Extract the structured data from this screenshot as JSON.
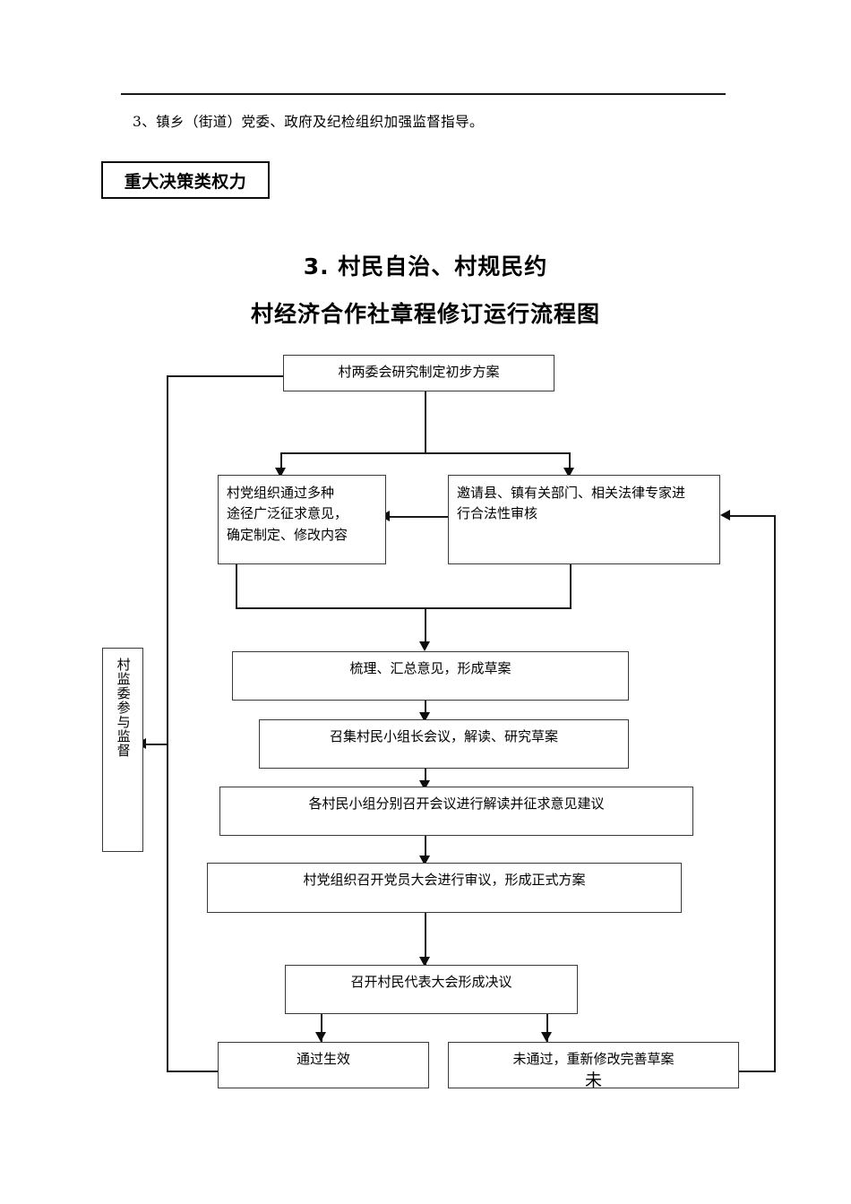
{
  "header": {
    "paragraph": "3、镇乡（街道）党委、政府及纪检组织加强监督指导。",
    "power_category_label": "重大决策类权力"
  },
  "titles": {
    "main": "3. 村民自治、村规民约",
    "sub": "村经济合作社章程修订运行流程图"
  },
  "flowchart": {
    "type": "flowchart",
    "nodes": [
      {
        "id": "n1",
        "label": "村两委会研究制定初步方案"
      },
      {
        "id": "n2",
        "label": "村党组织通过多种\n途径广泛征求意见，\n确定制定、修改内容"
      },
      {
        "id": "n3",
        "label": "邀请县、镇有关部门、相关法律专家进\n行合法性审核"
      },
      {
        "id": "n4",
        "label": "梳理、汇总意见，形成草案"
      },
      {
        "id": "n5",
        "label": "召集村民小组长会议，解读、研究草案"
      },
      {
        "id": "n6",
        "label": "各村民小组分别召开会议进行解读并征求意见建议"
      },
      {
        "id": "n7",
        "label": "村党组织召开党员大会进行审议，形成正式方案"
      },
      {
        "id": "n8",
        "label": "召开村民代表大会形成决议"
      },
      {
        "id": "n9",
        "label": "通过生效"
      },
      {
        "id": "n10",
        "label": "未通过，重新修改完善草案",
        "label_extra": "未"
      },
      {
        "id": "n11",
        "label": "村监委参与监督",
        "orientation": "vertical"
      }
    ],
    "edges": [
      {
        "from": "n1",
        "to": "n2"
      },
      {
        "from": "n1",
        "to": "n3"
      },
      {
        "from": "n3",
        "to": "n2"
      },
      {
        "from": "n2",
        "to": "n4"
      },
      {
        "from": "n3",
        "to": "n4"
      },
      {
        "from": "n4",
        "to": "n5"
      },
      {
        "from": "n5",
        "to": "n6"
      },
      {
        "from": "n6",
        "to": "n7"
      },
      {
        "from": "n7",
        "to": "n8"
      },
      {
        "from": "n8",
        "to": "n9"
      },
      {
        "from": "n8",
        "to": "n10"
      },
      {
        "from": "n10",
        "to": "n3"
      },
      {
        "from": "n9",
        "to": "n1"
      },
      {
        "from": "n9",
        "to": "n11"
      }
    ]
  }
}
